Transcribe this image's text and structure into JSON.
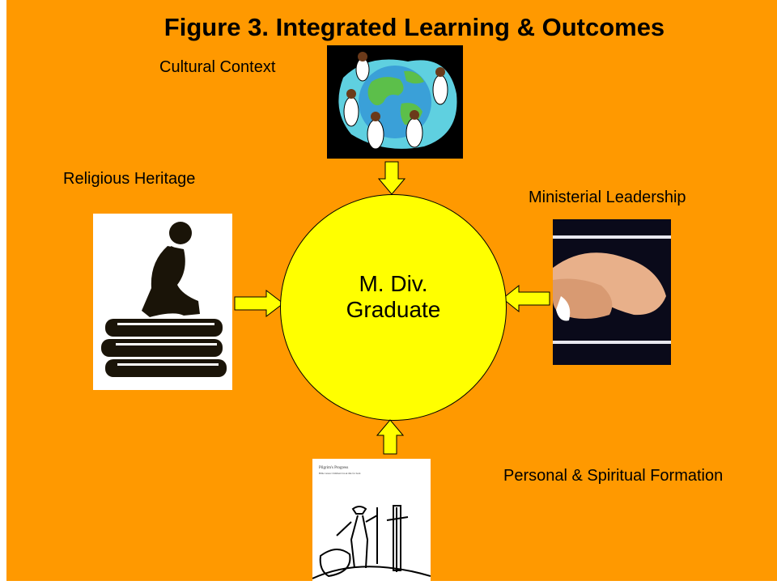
{
  "title": "Figure 3. Integrated Learning & Outcomes",
  "center": {
    "line1": "M. Div.",
    "line2": "Graduate",
    "color": "#ffff00"
  },
  "background_color": "#ff9900",
  "nodes": [
    {
      "label": "Cultural Context",
      "image": "globe-with-people-image"
    },
    {
      "label": "Religious Heritage",
      "image": "thinker-on-books-image"
    },
    {
      "label": "Ministerial Leadership",
      "image": "foot-washing-image"
    },
    {
      "label": "Personal & Spiritual Formation",
      "image": "pilgrim-at-cross-image"
    }
  ],
  "pilgrim_caption": {
    "title": "Pilgrim's Progress",
    "subtitle": "Bible verses: Children's book title for back"
  }
}
